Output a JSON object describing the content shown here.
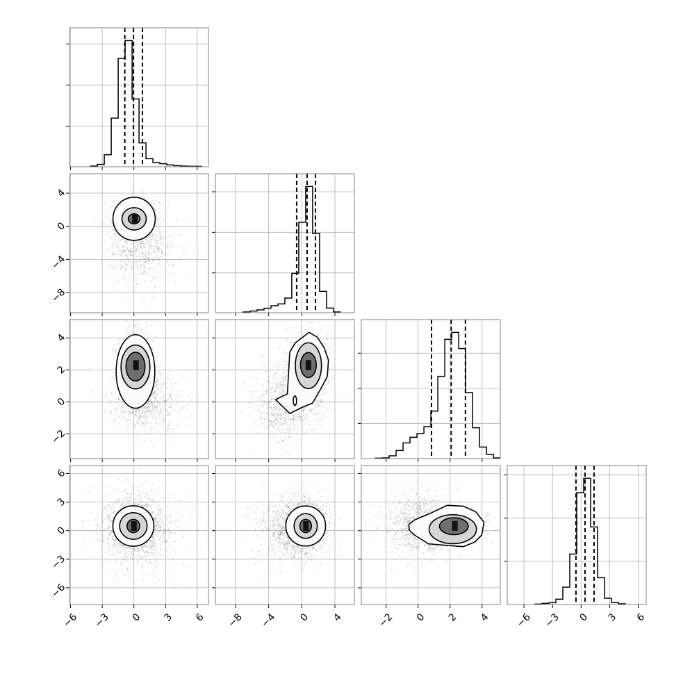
{
  "chart_data": {
    "type": "corner",
    "title": "",
    "params": [
      {
        "range": [
          -6.1,
          7.06
        ],
        "ticks": [
          -6,
          -3,
          0,
          3,
          6
        ],
        "tick_labels": [
          "−6",
          "−3",
          "0",
          "3",
          "6"
        ]
      },
      {
        "range": [
          -10.43,
          6.35
        ],
        "ticks": [
          -8,
          -4,
          0,
          4
        ],
        "tick_labels": [
          "−8",
          "−4",
          "0",
          "4"
        ]
      },
      {
        "range": [
          -3.55,
          5.14
        ],
        "ticks": [
          -2,
          0,
          2,
          4
        ],
        "tick_labels": [
          "−2",
          "0",
          "2",
          "4"
        ]
      },
      {
        "range": [
          -7.76,
          6.84
        ],
        "ticks": [
          -6,
          -3,
          0,
          3,
          6
        ],
        "tick_labels": [
          "−6",
          "−3",
          "0",
          "3",
          "6"
        ]
      }
    ],
    "histograms": [
      {
        "param": 0,
        "bin_start": -4.12,
        "bin_width": 0.658,
        "counts": [
          3,
          10,
          52,
          210,
          468,
          545,
          293,
          103,
          35,
          18,
          13,
          8,
          5,
          3,
          2,
          2
        ],
        "quantiles": [
          -0.86,
          -0.04,
          0.81
        ],
        "ylim": [
          0,
          600
        ],
        "yticks": [
          175,
          353,
          530
        ]
      },
      {
        "param": 1,
        "bin_start": -7.08,
        "bin_width": 0.839,
        "counts": [
          3,
          7,
          12,
          19,
          30,
          38,
          63,
          170,
          390,
          545,
          342,
          92,
          20,
          3
        ],
        "quantiles": [
          -0.62,
          0.64,
          1.65
        ],
        "ylim": [
          0,
          600
        ],
        "yticks": [
          172,
          347,
          522
        ]
      },
      {
        "param": 2,
        "bin_start": -2.68,
        "bin_width": 0.435,
        "counts": [
          2,
          3,
          12,
          35,
          68,
          92,
          108,
          138,
          205,
          355,
          515,
          545,
          475,
          285,
          133,
          50,
          18,
          3
        ],
        "quantiles": [
          0.84,
          2.07,
          2.96
        ],
        "ylim": [
          0,
          600
        ],
        "yticks": [
          152,
          303,
          455
        ]
      },
      {
        "param": 3,
        "bin_start": -4.84,
        "bin_width": 0.73,
        "counts": [
          2,
          5,
          8,
          23,
          75,
          218,
          483,
          545,
          335,
          116,
          27,
          9,
          3
        ],
        "quantiles": [
          -0.54,
          0.41,
          1.36
        ],
        "ylim": [
          0,
          600
        ],
        "yticks": [
          187,
          373,
          560
        ]
      }
    ],
    "pairs": [
      {
        "row": 1,
        "col": 0,
        "scatter": [
          {
            "weight": 0.65,
            "mean": [
              0,
              0.9
            ],
            "sd": [
              0.9,
              1.1
            ]
          },
          {
            "weight": 0.35,
            "mean": [
              0.6,
              -2.5
            ],
            "sd": [
              1.6,
              2.2
            ]
          }
        ],
        "contours": [
          {
            "center": [
              0.02,
              0.9
            ],
            "rx": 2.0,
            "ry": 2.6
          },
          {
            "center": [
              0.02,
              0.9
            ],
            "rx": 1.15,
            "ry": 1.35
          },
          {
            "center": [
              0.02,
              0.9
            ],
            "rx": 0.55,
            "ry": 0.6
          }
        ],
        "peak": [
          0.1,
          0.9
        ]
      },
      {
        "row": 2,
        "col": 0,
        "scatter": [
          {
            "weight": 0.6,
            "mean": [
              0.1,
              2.3
            ],
            "sd": [
              0.8,
              1.0
            ]
          },
          {
            "weight": 0.4,
            "mean": [
              1.0,
              0.0
            ],
            "sd": [
              1.6,
              0.9
            ]
          }
        ],
        "contours": [
          {
            "center": [
              0.15,
              1.9
            ],
            "rx": 1.83,
            "ry": 2.3
          },
          {
            "center": [
              0.15,
              2.18
            ],
            "rx": 1.37,
            "ry": 1.37
          },
          {
            "center": [
              0.15,
              2.2
            ],
            "rx": 0.9,
            "ry": 0.9
          }
        ],
        "peak": [
          0.2,
          2.3
        ]
      },
      {
        "row": 2,
        "col": 1,
        "scatter": [
          {
            "weight": 0.55,
            "mean": [
              0.8,
              2.3
            ],
            "sd": [
              1.1,
              1.0
            ]
          },
          {
            "weight": 0.45,
            "mean": [
              -1.5,
              0.0
            ],
            "sd": [
              2.0,
              1.1
            ]
          }
        ],
        "outer_polygon": [
          [
            0.88,
            4.34
          ],
          [
            1.85,
            4.05
          ],
          [
            2.68,
            3.4
          ],
          [
            3.22,
            2.61
          ],
          [
            3.09,
            1.59
          ],
          [
            2.26,
            0.79
          ],
          [
            1.3,
            -0.08
          ],
          [
            0.06,
            -0.34
          ],
          [
            -1.45,
            -0.73
          ],
          [
            -2.01,
            -0.44
          ],
          [
            -3.17,
            0.14
          ],
          [
            -1.74,
            0.5
          ],
          [
            -1.45,
            3.11
          ],
          [
            -0.77,
            3.69
          ]
        ],
        "contours": [
          {
            "center": [
              0.8,
              2.26
            ],
            "rx": 1.58,
            "ry": 1.43
          },
          {
            "center": [
              0.8,
              2.3
            ],
            "rx": 0.95,
            "ry": 0.78
          }
        ],
        "island": {
          "center": [
            -0.83,
            0.07
          ],
          "rx": 0.2,
          "ry": 0.3
        },
        "peak": [
          0.8,
          2.3
        ]
      },
      {
        "row": 3,
        "col": 0,
        "scatter": [
          {
            "weight": 0.7,
            "mean": [
              0.1,
              0.4
            ],
            "sd": [
              1.2,
              1.4
            ]
          },
          {
            "weight": 0.3,
            "mean": [
              0.4,
              0.2
            ],
            "sd": [
              2.2,
              2.4
            ]
          }
        ],
        "contours": [
          {
            "center": [
              -0.05,
              0.49
            ],
            "rx": 1.94,
            "ry": 2.12
          },
          {
            "center": [
              -0.05,
              0.49
            ],
            "rx": 1.3,
            "ry": 1.4
          },
          {
            "center": [
              -0.05,
              0.49
            ],
            "rx": 0.6,
            "ry": 0.7
          }
        ],
        "peak": [
          0.0,
          0.49
        ]
      },
      {
        "row": 3,
        "col": 1,
        "scatter": [
          {
            "weight": 0.6,
            "mean": [
              0.6,
              0.4
            ],
            "sd": [
              1.2,
              1.4
            ]
          },
          {
            "weight": 0.4,
            "mean": [
              -1.5,
              0.3
            ],
            "sd": [
              2.0,
              1.6
            ]
          }
        ],
        "contours": [
          {
            "center": [
              0.47,
              0.49
            ],
            "rx": 2.4,
            "ry": 2.1
          },
          {
            "center": [
              0.47,
              0.49
            ],
            "rx": 1.4,
            "ry": 1.3
          },
          {
            "center": [
              0.47,
              0.49
            ],
            "rx": 0.7,
            "ry": 0.7
          }
        ],
        "peak": [
          0.5,
          0.49
        ]
      },
      {
        "row": 3,
        "col": 2,
        "scatter": [
          {
            "weight": 0.5,
            "mean": [
              2.2,
              0.5
            ],
            "sd": [
              0.9,
              0.9
            ]
          },
          {
            "weight": 0.5,
            "mean": [
              0.3,
              0.6
            ],
            "sd": [
              1.1,
              1.6
            ]
          }
        ],
        "outer_polygon": [
          [
            -0.58,
            0.64
          ],
          [
            -0.22,
            1.12
          ],
          [
            0.8,
            1.85
          ],
          [
            1.81,
            2.66
          ],
          [
            2.83,
            2.58
          ],
          [
            3.61,
            1.97
          ],
          [
            4.12,
            0.88
          ],
          [
            3.98,
            -0.46
          ],
          [
            3.55,
            -1.19
          ],
          [
            2.83,
            -1.68
          ],
          [
            1.81,
            -1.55
          ],
          [
            0.65,
            -1.39
          ],
          [
            -0.22,
            -0.46
          ],
          [
            -0.54,
            0.03
          ]
        ],
        "contours": [
          {
            "center": [
              2.17,
              0.15
            ],
            "rx": 1.48,
            "ry": 1.52
          },
          {
            "center": [
              2.24,
              0.47
            ],
            "rx": 0.9,
            "ry": 0.89
          }
        ],
        "peak": [
          2.3,
          0.5
        ]
      }
    ],
    "colors": {
      "line": "#000000",
      "grid": "#b0b0b0",
      "frame": "#808080",
      "points": "#555555"
    }
  }
}
